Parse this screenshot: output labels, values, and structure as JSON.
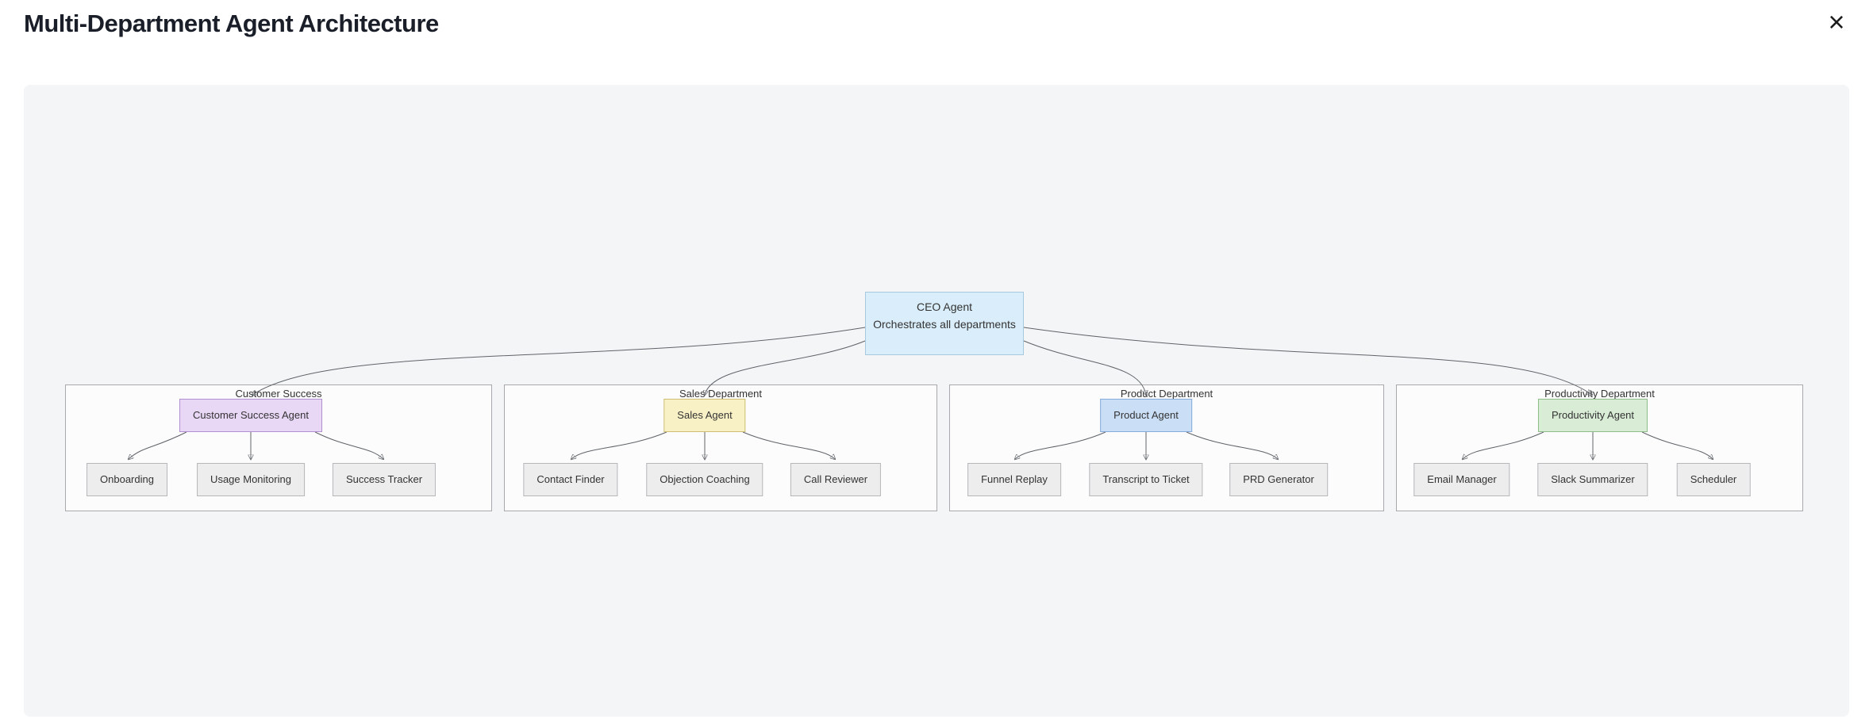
{
  "modal": {
    "title": "Multi-Department Agent Architecture",
    "close_glyph": "×"
  },
  "diagram": {
    "type": "flowchart",
    "root_node": {
      "title": "CEO Agent",
      "subtitle": "Orchestrates all departments",
      "fill": "#d9edfa",
      "border": "#a6c9dd"
    },
    "departments": [
      {
        "label": "Customer Success",
        "agent": {
          "label": "Customer Success Agent",
          "fill": "#e9d7f6",
          "border": "#b28fd3"
        },
        "children": [
          "Onboarding",
          "Usage Monitoring",
          "Success Tracker"
        ]
      },
      {
        "label": "Sales Department",
        "agent": {
          "label": "Sales Agent",
          "fill": "#f9f1c6",
          "border": "#cdbe74"
        },
        "children": [
          "Contact Finder",
          "Objection Coaching",
          "Call Reviewer"
        ]
      },
      {
        "label": "Product Department",
        "agent": {
          "label": "Product Agent",
          "fill": "#cadef6",
          "border": "#84abd9"
        },
        "children": [
          "Funnel Replay",
          "Transcript to Ticket",
          "PRD Generator"
        ]
      },
      {
        "label": "Productivity Department",
        "agent": {
          "label": "Productivity Agent",
          "fill": "#d8ecd6",
          "border": "#8ebd89"
        },
        "children": [
          "Email Manager",
          "Slack Summarizer",
          "Scheduler"
        ]
      }
    ],
    "edges": [
      "CEO Agent -> Customer Success Agent",
      "CEO Agent -> Sales Agent",
      "CEO Agent -> Product Agent",
      "CEO Agent -> Productivity Agent",
      "Customer Success Agent -> Onboarding",
      "Customer Success Agent -> Usage Monitoring",
      "Customer Success Agent -> Success Tracker",
      "Sales Agent -> Contact Finder",
      "Sales Agent -> Objection Coaching",
      "Sales Agent -> Call Reviewer",
      "Product Agent -> Funnel Replay",
      "Product Agent -> Transcript to Ticket",
      "Product Agent -> PRD Generator",
      "Productivity Agent -> Email Manager",
      "Productivity Agent -> Slack Summarizer",
      "Productivity Agent -> Scheduler"
    ],
    "colors": {
      "canvas_bg": "#f4f5f7",
      "container_bg": "#fcfcfd",
      "container_border": "#a9a9ad",
      "child_fill": "#ededee",
      "child_border": "#b7b7ba",
      "edge": "#5f6368",
      "node_text": "#333333",
      "title_text": "#1a1e28"
    }
  }
}
